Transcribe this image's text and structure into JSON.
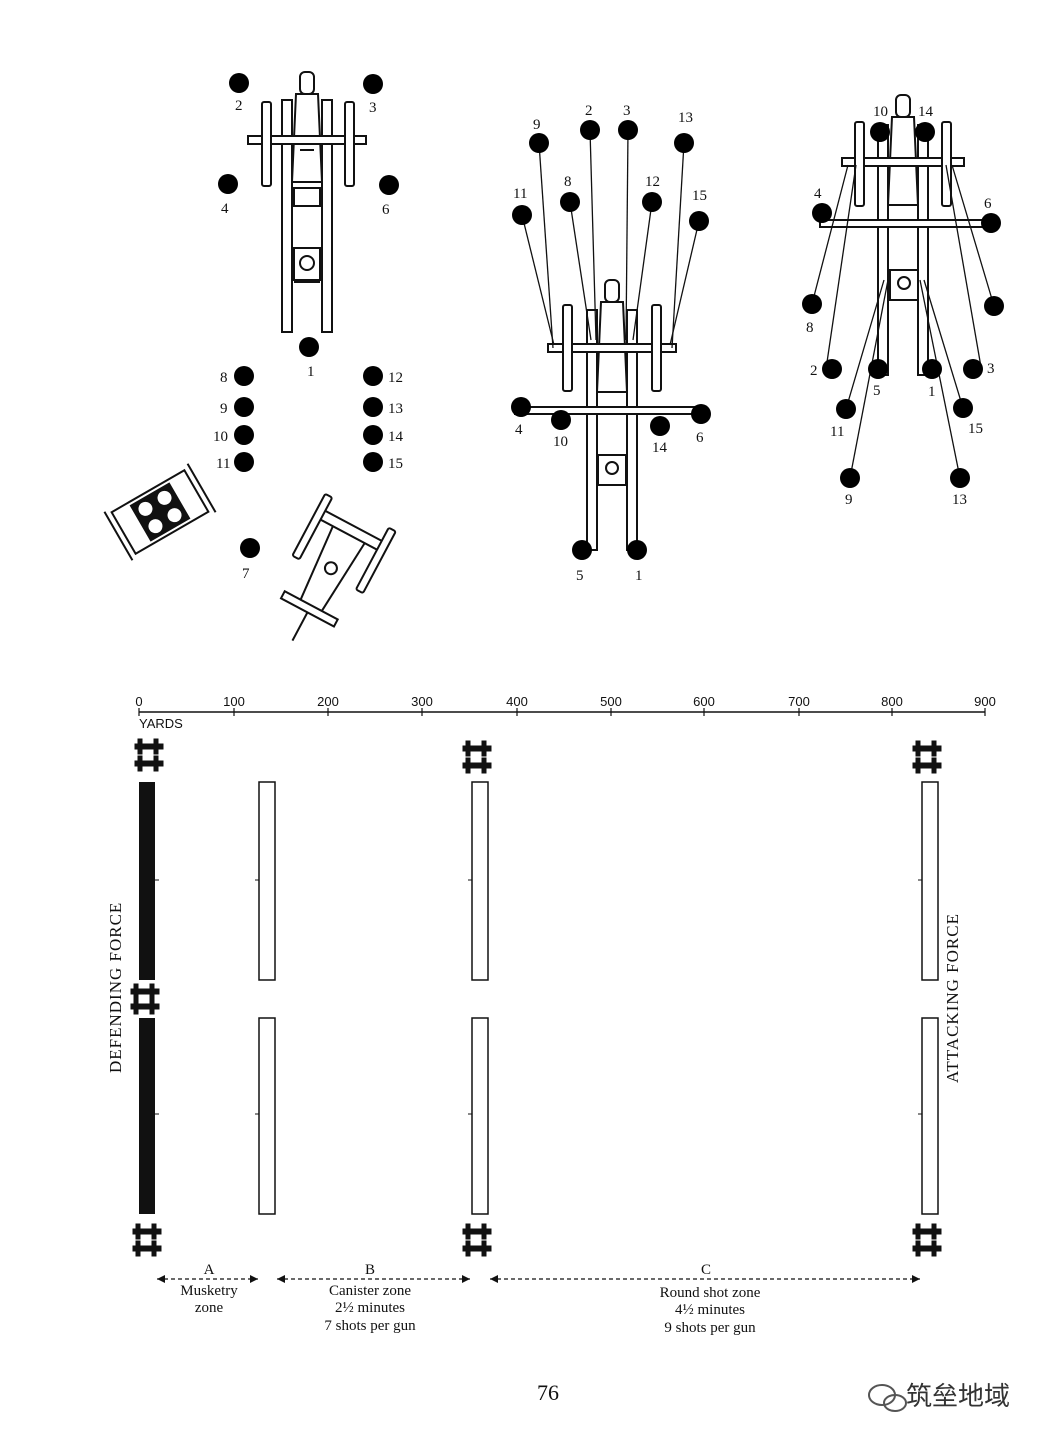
{
  "crew_numbers": {
    "left": [
      "1",
      "2",
      "3",
      "4",
      "6",
      "7",
      "8",
      "9",
      "10",
      "11",
      "12",
      "13",
      "14",
      "15"
    ],
    "middle": [
      "1",
      "2",
      "3",
      "4",
      "5",
      "6",
      "8",
      "9",
      "10",
      "11",
      "12",
      "13",
      "14",
      "15"
    ],
    "right": [
      "1",
      "2",
      "3",
      "4",
      "5",
      "6",
      "8",
      "9",
      "10",
      "11",
      "13",
      "14",
      "15"
    ]
  },
  "scale": {
    "ticks": [
      "0",
      "100",
      "200",
      "300",
      "400",
      "500",
      "600",
      "700",
      "800",
      "900"
    ],
    "unit": "YARDS"
  },
  "forces": {
    "defending": "DEFENDING FORCE",
    "attacking": "ATTACKING FORCE"
  },
  "zones": [
    {
      "letter": "A",
      "name": "Musketry",
      "line2": "zone",
      "line3": ""
    },
    {
      "letter": "B",
      "name": "Canister zone",
      "line2": "2½ minutes",
      "line3": "7 shots per gun"
    },
    {
      "letter": "C",
      "name": "Round shot zone",
      "line2": "4½ minutes",
      "line3": "9 shots per gun"
    }
  ],
  "page_number": "76",
  "watermark": "筑垒地域"
}
